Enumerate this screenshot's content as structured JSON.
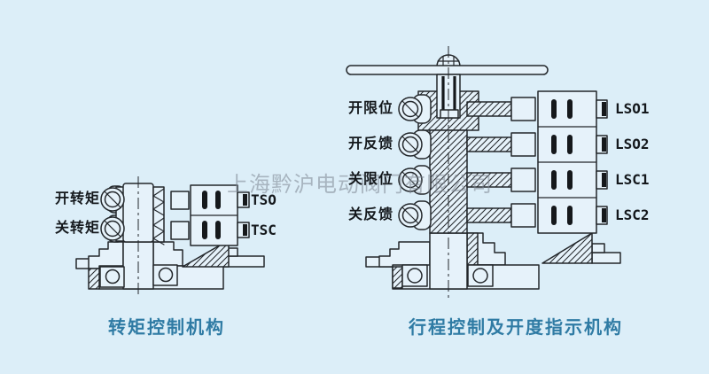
{
  "colors": {
    "background": "#dceef8",
    "line": "#23272b",
    "shape": "#e6f2fa",
    "switch_bar": "#15181b",
    "label": "#14181c",
    "caption": "#2f7ba4",
    "watermark": "#7d8692"
  },
  "watermark": {
    "text": "上海黔沪电动阀门有限公司"
  },
  "torque_mechanism": {
    "caption": "转矩控制机构",
    "port_labels": [
      {
        "label": "开转矩"
      },
      {
        "label": "关转矩"
      }
    ],
    "switch_labels": [
      {
        "label": "TSO"
      },
      {
        "label": "TSC"
      }
    ]
  },
  "travel_mechanism": {
    "caption": "行程控制及开度指示机构",
    "port_labels": [
      {
        "label": "开限位"
      },
      {
        "label": "开反馈"
      },
      {
        "label": "关限位"
      },
      {
        "label": "关反馈"
      }
    ],
    "switch_labels": [
      {
        "label": "LSO1"
      },
      {
        "label": "LSO2"
      },
      {
        "label": "LSC1"
      },
      {
        "label": "LSC2"
      }
    ]
  }
}
